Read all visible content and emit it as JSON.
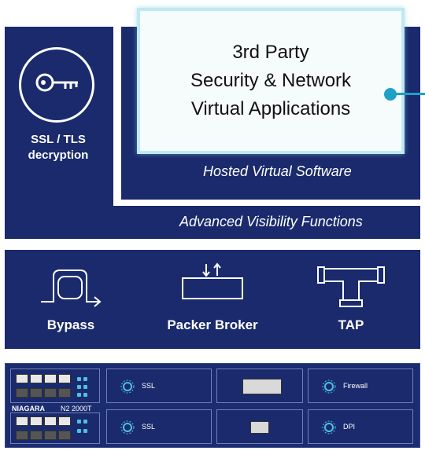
{
  "callout": {
    "line1": "3rd Party",
    "line2": "Security & Network",
    "line3": "Virtual Applications"
  },
  "ssl_decryption": {
    "line1": "SSL / TLS",
    "line2": "decryption",
    "icon": "key-icon"
  },
  "hosted_label": "Hosted Virtual  Software",
  "advanced_label": "Advanced Visibility Functions",
  "functions": [
    {
      "label": "Bypass",
      "icon": "bypass-icon"
    },
    {
      "label": "Packer Broker",
      "icon": "packet-broker-icon"
    },
    {
      "label": "TAP",
      "icon": "tap-icon"
    }
  ],
  "hardware": {
    "brand": "NIAGARA",
    "model": "N2 2000T",
    "modules": [
      "SSL",
      "Firewall",
      "SSL",
      "DPI"
    ]
  },
  "colors": {
    "navy": "#1a2a6c",
    "accent": "#1fa0c6",
    "callout_border": "#bfe9f2"
  }
}
